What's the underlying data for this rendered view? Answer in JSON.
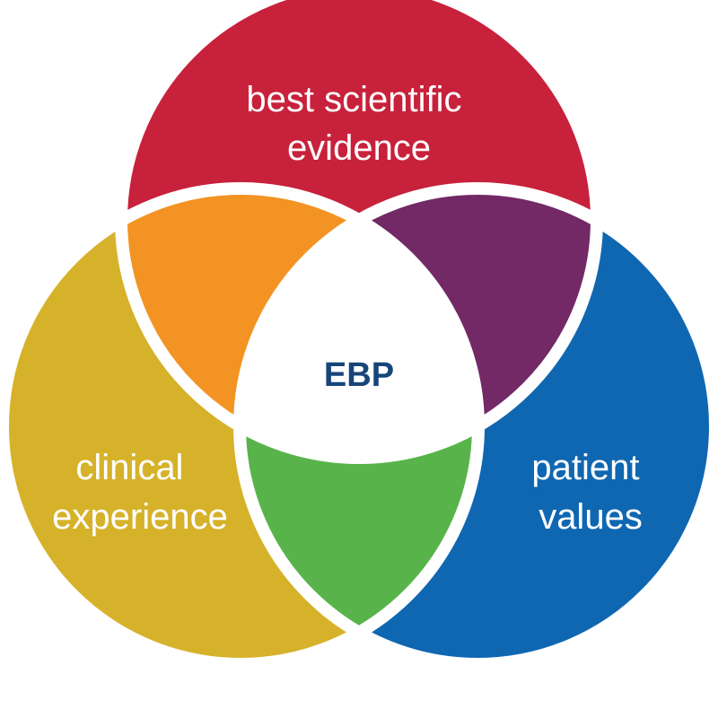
{
  "diagram": {
    "type": "venn-3",
    "center_label": "EBP",
    "center_color": "#16457a",
    "circles": [
      {
        "key": "evidence",
        "lines": [
          "best scientific",
          "evidence"
        ],
        "color": "#c8213b"
      },
      {
        "key": "clinical",
        "lines": [
          "clinical",
          "experience"
        ],
        "color": "#d6b22a"
      },
      {
        "key": "patient",
        "lines": [
          "patient",
          "values"
        ],
        "color": "#0f67b2"
      }
    ],
    "overlaps": {
      "evidence_clinical": {
        "color": "#f39324"
      },
      "evidence_patient": {
        "color": "#722966"
      },
      "clinical_patient": {
        "color": "#58b44a"
      },
      "all": {
        "color": "#ffffff"
      }
    }
  }
}
